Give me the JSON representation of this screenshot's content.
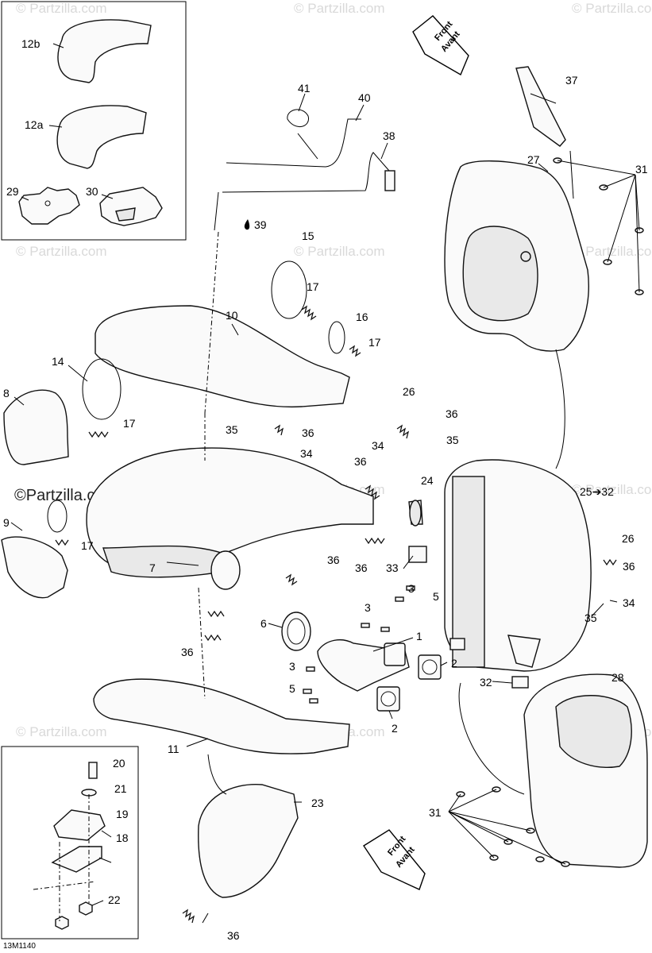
{
  "watermark": {
    "text": "© Partzilla.com",
    "brand_text": "©Partzilla.com"
  },
  "direction_labels": {
    "front_top": [
      "Front",
      "Avant"
    ],
    "front_bottom": [
      "Front",
      "Avant"
    ]
  },
  "callouts": {
    "c1": "1",
    "c2a": "2",
    "c2b": "2",
    "c3a": "3",
    "c3b": "3",
    "c3c": "3",
    "c5a": "5",
    "c5b": "5",
    "c6": "6",
    "c7": "7",
    "c8": "8",
    "c9": "9",
    "c10": "10",
    "c11": "11",
    "c12a": "12a",
    "c12b": "12b",
    "c14": "14",
    "c15": "15",
    "c16": "16",
    "c17a": "17",
    "c17b": "17",
    "c17c": "17",
    "c17d": "17",
    "c18": "18",
    "c19": "19",
    "c20": "20",
    "c21": "21",
    "c22": "22",
    "c23": "23",
    "c24": "24",
    "c25": "25➔32",
    "c26a": "26",
    "c26b": "26",
    "c27": "27",
    "c28": "28",
    "c29": "29",
    "c30": "30",
    "c31a": "31",
    "c31b": "31",
    "c32": "32",
    "c33": "33",
    "c34a": "34",
    "c34b": "34",
    "c34c": "34",
    "c35a": "35",
    "c35b": "35",
    "c35c": "35",
    "c36a": "36",
    "c36b": "36",
    "c36c": "36",
    "c36d": "36",
    "c36e": "36",
    "c36f": "36",
    "c36g": "36",
    "c36h": "36",
    "c37": "37",
    "c38": "38",
    "c39": "39",
    "c40": "40",
    "c41": "41"
  },
  "diagram_code": "13M1140",
  "icons": [
    "drop-icon",
    "front-arrow-icon"
  ]
}
